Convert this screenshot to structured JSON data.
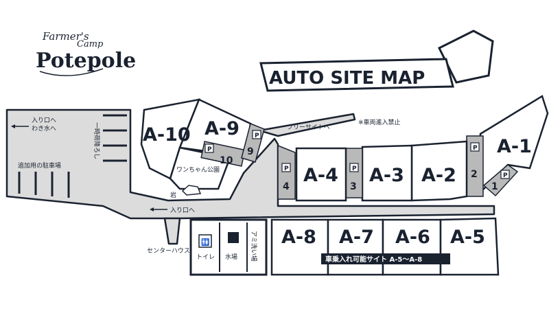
{
  "logo": {
    "line1": "Farmer's",
    "line2": "Camp",
    "line3": "Potepole"
  },
  "title": "AUTO SITE MAP",
  "sites": {
    "a1": "A-1",
    "a2": "A-2",
    "a3": "A-3",
    "a4": "A-4",
    "a5": "A-5",
    "a6": "A-6",
    "a7": "A-7",
    "a8": "A-8",
    "a9": "A-9",
    "a10": "A-10"
  },
  "parking": {
    "symbol": "P",
    "p1": "1",
    "p2": "2",
    "p3": "3",
    "p4": "4",
    "p9": "9",
    "p10": "10"
  },
  "labels": {
    "entrance_wakimizu": "入り口へ",
    "wakimizu": "わき水へ",
    "temporary_unload": "一時荷降ろし",
    "extra_parking": "追加用の駐車場",
    "dog_park": "ワンちゃん公園",
    "rock": "岩",
    "entrance": "入り口へ",
    "center_house": "センターハウス",
    "free_site": "フリーサイトへ",
    "no_vehicle": "※車両進入禁止",
    "toilet": "トイレ",
    "water": "水場",
    "ami_wash": "アミ洗い場",
    "vehicle_ok": "車乗入れ可能サイト A-5～A-8"
  },
  "colors": {
    "ink": "#1a2230",
    "road": "#dcdcdc",
    "parking": "#b9b9b9",
    "white": "#ffffff"
  }
}
